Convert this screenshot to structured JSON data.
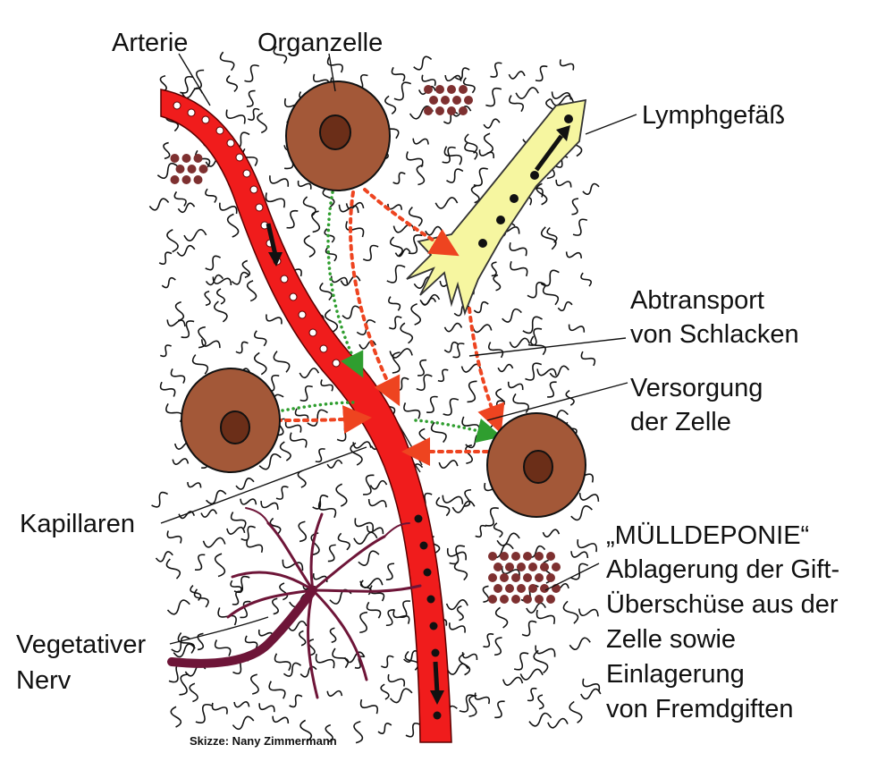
{
  "labels": {
    "arterie": "Arterie",
    "organzelle": "Organzelle",
    "lymphgefaess": "Lymphgefäß",
    "abtransport_line1": "Abtransport",
    "abtransport_line2": "von Schlacken",
    "versorgung_line1": "Versorgung",
    "versorgung_line2": "der Zelle",
    "kapillaren": "Kapillaren",
    "nerv_line1": "Vegetativer",
    "nerv_line2": "Nerv",
    "deponie_line1": "„MÜLLDEPONIE“",
    "deponie_line2": "Ablagerung der Gift-",
    "deponie_line3": "Überschüse aus der",
    "deponie_line4": "Zelle sowie",
    "deponie_line5": "Einlagerung",
    "deponie_line6": "von Fremdgiften"
  },
  "credit": "Skizze: Nany Zimmermann",
  "colors": {
    "artery": "#f01c1c",
    "cell": "#a35838",
    "nucleus": "#6b2e18",
    "lymph": "#f6f6a0",
    "nerve": "#6e1538",
    "deposit": "#7e3030",
    "supply_dots": "#2f9e2f",
    "waste_arrows": "#ee4420"
  }
}
